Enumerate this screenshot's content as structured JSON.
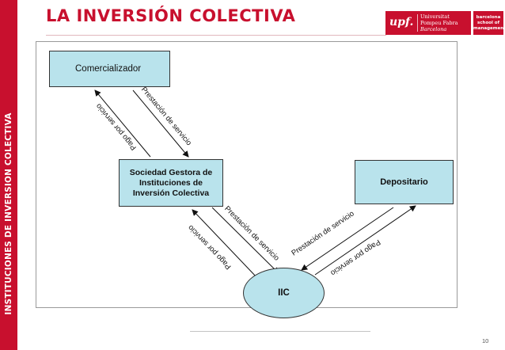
{
  "sidebar": {
    "label": "INSTITUCIONES DE INVERSION COLECTIVA",
    "color": "#c8102e"
  },
  "header": {
    "title": "LA INVERSIÓN COLECTIVA",
    "title_color": "#c8102e"
  },
  "logos": {
    "upf": {
      "mark": "upf.",
      "line1": "Universitat",
      "line2": "Pompeu Fabra",
      "line3": "Barcelona"
    },
    "bsm": {
      "line1": "barcelona",
      "line2": "school of",
      "line3": "management"
    }
  },
  "diagram": {
    "node_fill": "#b9e3ec",
    "nodes": {
      "comercializador": "Comercializador",
      "sociedad": {
        "line1": "Sociedad Gestora de",
        "line2": "Instituciones de",
        "line3": "Inversión Colectiva"
      },
      "depositario": "Depositario",
      "iic": "IIC"
    },
    "edge_labels": {
      "top_pago": "Pago por servicio",
      "top_prestacion": "Prestación de servicio",
      "left_pago": "Pago por servicio",
      "left_prestacion": "Prestación de servicio",
      "right_prestacion": "Prestación de servicio",
      "right_pago": "Pago por servicio"
    }
  },
  "footer": {
    "page_number": "10"
  }
}
